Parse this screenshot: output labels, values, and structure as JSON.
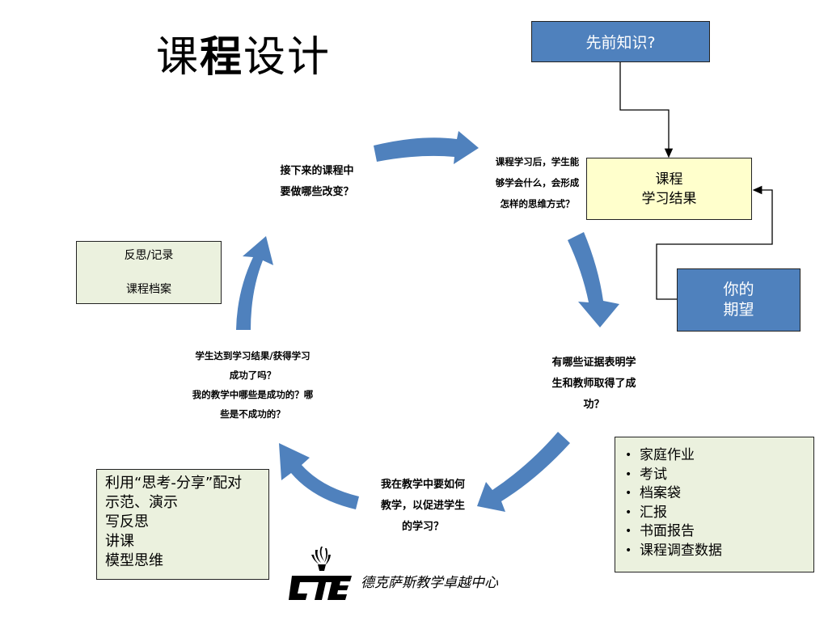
{
  "title_prefix": "课",
  "title_bold": "程",
  "title_suffix": "设计",
  "prior_knowledge": "先前知识?",
  "outcomes_line1": "课程",
  "outcomes_line2": "学习结果",
  "expectation_line1": "你的",
  "expectation_line2": "期望",
  "reflect_line1": "反思/记录",
  "reflect_line2": "课程档案",
  "q_outcomes": [
    "课程学习后，学生能",
    "够学会什么，会形成",
    "怎样的思维方式？"
  ],
  "q_evidence": [
    "有哪些证据表明学",
    "生和教师取得了成",
    "功？"
  ],
  "q_teaching": [
    "我在教学中要如何",
    "教学，以促进学生",
    "的学习？"
  ],
  "q_success": [
    "学生达到学习结果/获得学习",
    "成功了吗？",
    "我的教学中哪些是成功的？哪",
    "些是不成功的？"
  ],
  "q_next": [
    "接下来的课程中",
    "要做哪些改变？"
  ],
  "evidence_list": [
    "家庭作业",
    "考试",
    "档案袋",
    "汇报",
    "书面报告",
    "课程调查数据"
  ],
  "methods_list": [
    "利用“思考-分享”配对",
    "示范、演示",
    "写反思",
    "讲课",
    "模型思维"
  ],
  "logo_text": "德克萨斯教学卓越中心",
  "colors": {
    "blue": "#4f81bd",
    "yellow_box": "#ffffcc",
    "green_box": "#ebf1de"
  }
}
